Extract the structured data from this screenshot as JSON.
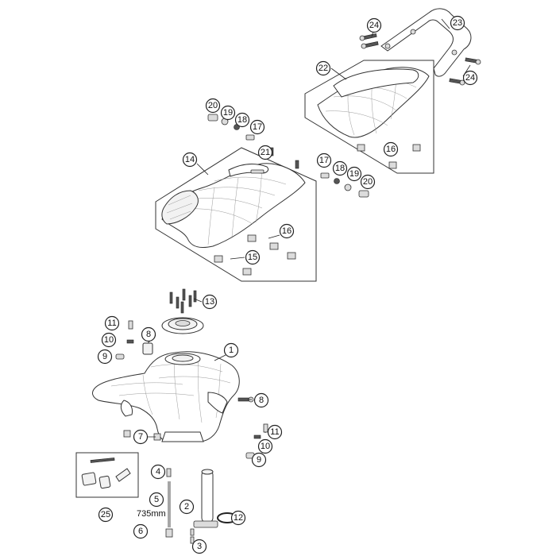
{
  "diagram": {
    "dimension_label": "735mm",
    "callouts": [
      "1",
      "2",
      "3",
      "4",
      "5",
      "6",
      "7",
      "8",
      "8",
      "9",
      "9",
      "10",
      "10",
      "11",
      "11",
      "12",
      "13",
      "14",
      "15",
      "16",
      "16",
      "17",
      "17",
      "18",
      "18",
      "19",
      "19",
      "20",
      "20",
      "21",
      "22",
      "23",
      "24",
      "24",
      "25"
    ]
  },
  "colors": {
    "line": "#333333",
    "mesh": "#9a9a9a",
    "background": "#ffffff"
  }
}
